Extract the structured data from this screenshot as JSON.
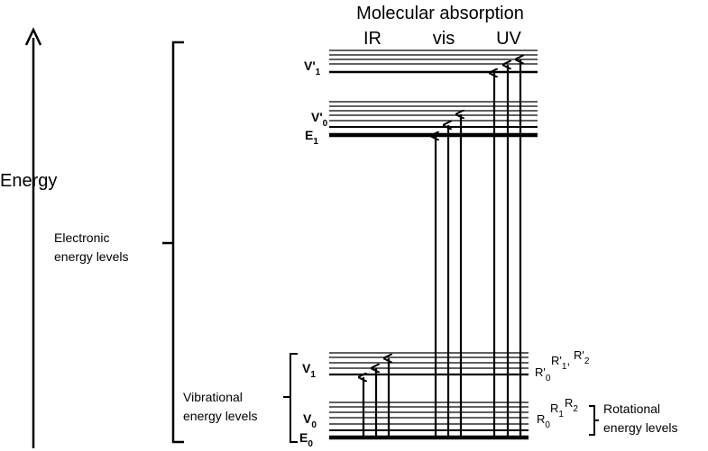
{
  "title": "Molecular absorption",
  "regions": {
    "ir": "IR",
    "vis": "vis",
    "uv": "UV"
  },
  "axis_label": "Energy",
  "brackets": {
    "electronic_1": "Electronic",
    "electronic_2": "energy levels",
    "vibrational_1": "Vibrational",
    "vibrational_2": "energy levels",
    "rotational_1": "Rotational",
    "rotational_2": "energy levels"
  },
  "levels": {
    "v1p": {
      "base": "V'",
      "sub": "1"
    },
    "v0p": {
      "base": "V'",
      "sub": "0"
    },
    "e1": {
      "base": "E",
      "sub": "1"
    },
    "v1": {
      "base": "V",
      "sub": "1"
    },
    "v0": {
      "base": "V",
      "sub": "0"
    },
    "e0": {
      "base": "E",
      "sub": "0"
    }
  },
  "rotational_upper": [
    {
      "base": "R'",
      "sub": "0"
    },
    {
      "base": "R'",
      "sub": "1"
    },
    {
      "base": "R'",
      "sub": "2"
    }
  ],
  "rotational_lower": [
    {
      "base": "R",
      "sub": "0"
    },
    {
      "base": "R",
      "sub": "1"
    },
    {
      "base": "R",
      "sub": "2"
    }
  ]
}
